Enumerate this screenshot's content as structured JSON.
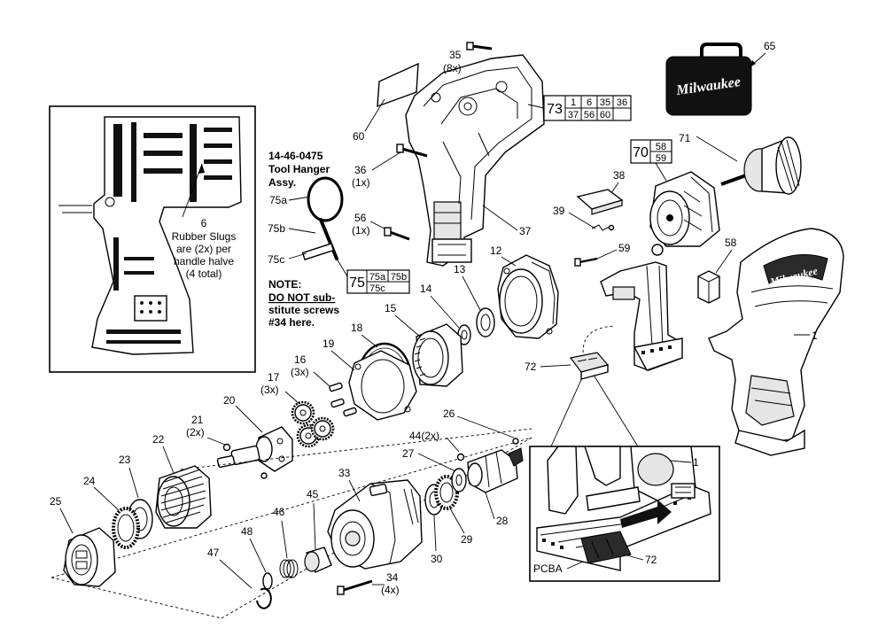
{
  "parts": {
    "p1": "1",
    "p1b": "1",
    "p12": "12",
    "p13": "13",
    "p14": "14",
    "p15": "15",
    "p16": "16",
    "p16q": "(3x)",
    "p17": "17",
    "p17q": "(3x)",
    "p18": "18",
    "p19": "19",
    "p20": "20",
    "p21": "21",
    "p21q": "(2x)",
    "p22": "22",
    "p23": "23",
    "p24": "24",
    "p25": "25",
    "p26": "26",
    "p27": "27",
    "p28": "28",
    "p29": "29",
    "p30": "30",
    "p33": "33",
    "p34": "34",
    "p34q": "(4x)",
    "p35": "35",
    "p35q": "(8x)",
    "p36": "36",
    "p36q": "(1x)",
    "p37": "37",
    "p38": "38",
    "p39": "39",
    "p44": "44(2x)",
    "p45": "45",
    "p46": "46",
    "p47": "47",
    "p48": "48",
    "p56": "56",
    "p56q": "(1x)",
    "p58": "58",
    "p59": "59",
    "p60": "60",
    "p65": "65",
    "p6": "6",
    "p71": "71",
    "p72": "72",
    "p72b": "72",
    "p75a": "75a",
    "p75b": "75b",
    "p75c": "75c",
    "pcba": "PCBA"
  },
  "kits": {
    "k73": {
      "num": "73",
      "cells": [
        "1",
        "6",
        "35",
        "36",
        "37",
        "56",
        "60"
      ]
    },
    "k70": {
      "num": "70",
      "cells": [
        "58",
        "59"
      ]
    },
    "k75": {
      "num": "75",
      "cells": [
        "75a",
        "75b",
        "75c"
      ]
    }
  },
  "hanger": {
    "line1": "14-46-0475",
    "line2": "Tool Hanger",
    "line3": "Assy."
  },
  "note": {
    "title": "NOTE:",
    "line1": "DO NOT sub-",
    "line2": "stitute screws",
    "line3": "#34 here."
  },
  "slugs": {
    "line1": "Rubber Slugs",
    "line2": "are (2x) per",
    "line3": "handle halve",
    "line4": "(4 total)"
  },
  "brand": "Milwaukee"
}
